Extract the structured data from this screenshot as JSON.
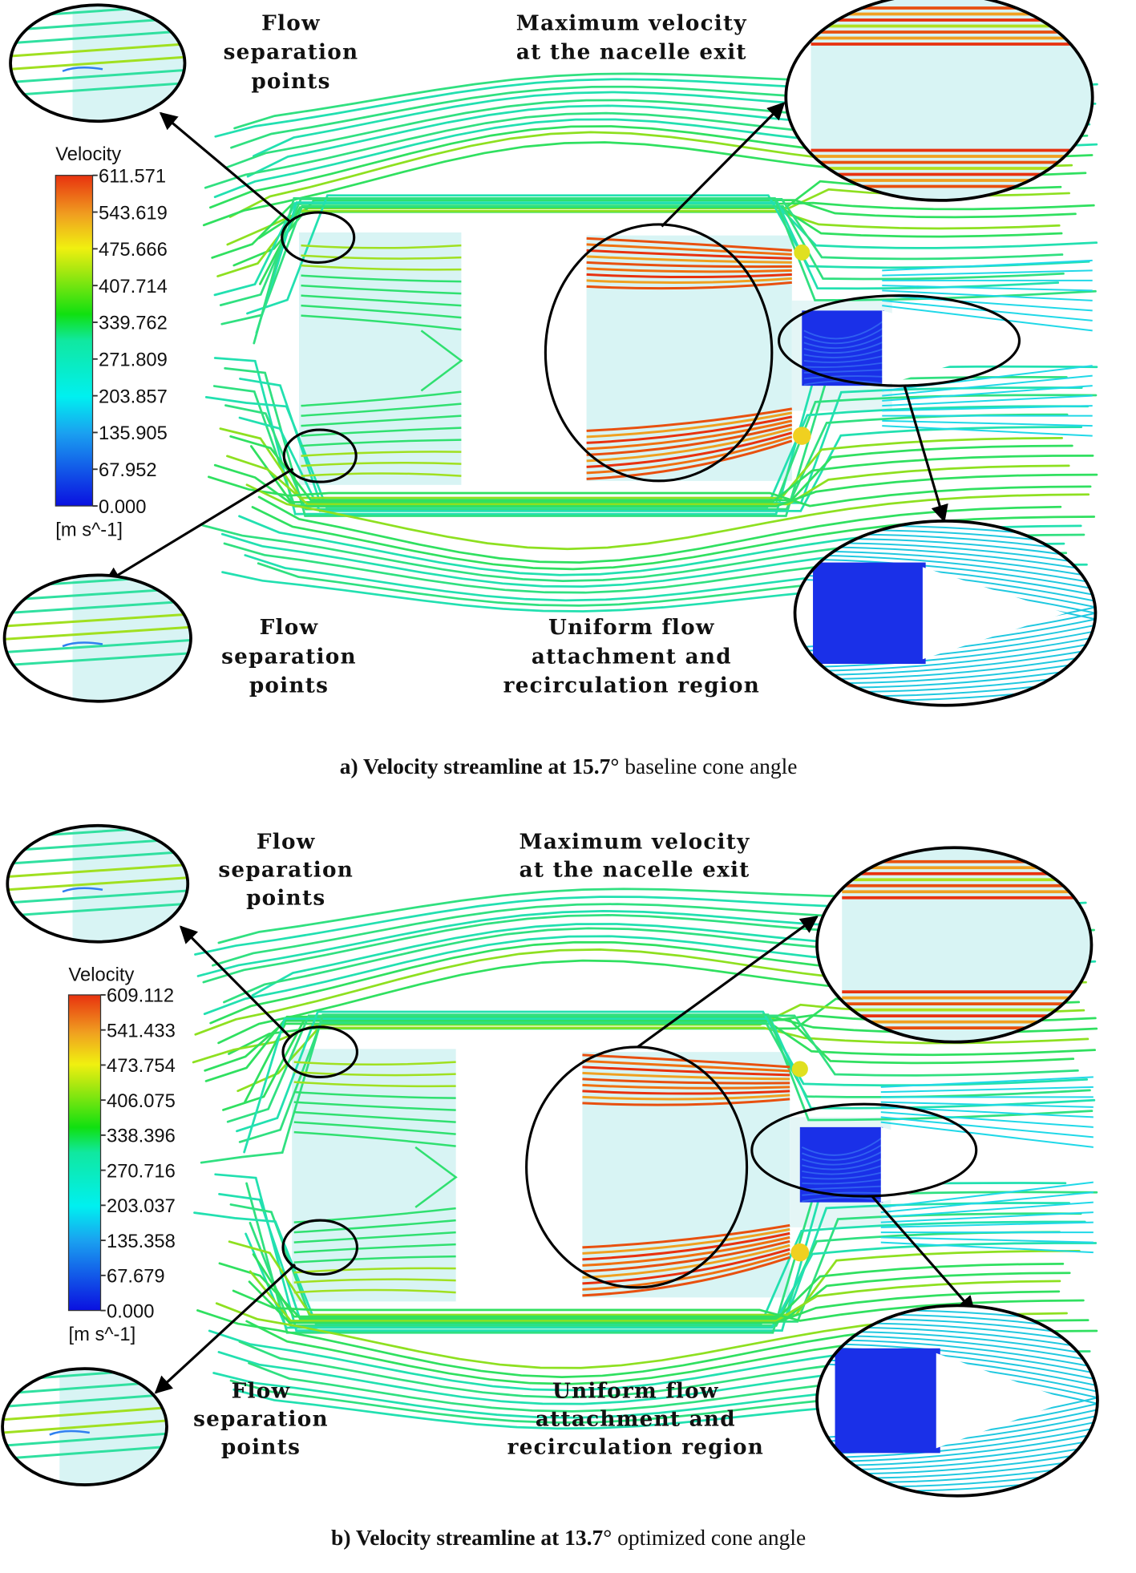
{
  "panels": [
    {
      "id": "a",
      "legend": {
        "title": "Velocity",
        "unit": "[m s^-1]",
        "ticks": [
          "611.571",
          "543.619",
          "475.666",
          "407.714",
          "339.762",
          "271.809",
          "203.857",
          "135.905",
          "67.952",
          "0.000"
        ]
      },
      "labels": {
        "sep_top": [
          "Flow",
          "separation",
          "points"
        ],
        "max_vel": [
          "Maximum velocity",
          "at the nacelle exit"
        ],
        "sep_bottom": [
          "Flow",
          "separation",
          "points"
        ],
        "uniform": [
          "Uniform flow",
          "attachment and",
          "recirculation region"
        ]
      },
      "caption": {
        "prefix": "a)   Velocity streamline at 15.7°",
        "suffix": " baseline cone angle"
      }
    },
    {
      "id": "b",
      "legend": {
        "title": "Velocity",
        "unit": "[m s^-1]",
        "ticks": [
          "609.112",
          "541.433",
          "473.754",
          "406.075",
          "338.396",
          "270.716",
          "203.037",
          "135.358",
          "67.679",
          "0.000"
        ]
      },
      "labels": {
        "sep_top": [
          "Flow",
          "separation",
          "points"
        ],
        "max_vel": [
          "Maximum velocity",
          "at the nacelle exit"
        ],
        "sep_bottom": [
          "Flow",
          "separation",
          "points"
        ],
        "uniform": [
          "Uniform flow",
          "attachment and",
          "recirculation region"
        ]
      },
      "caption": {
        "prefix": "b)  Velocity streamline at 13.7°",
        "suffix": " optimized cone angle"
      }
    }
  ],
  "colors": {
    "high": "#e8320f",
    "mid": "#10e010",
    "low": "#0a10e0",
    "stream": "#22e0a0",
    "body": "#d8f4f4"
  }
}
